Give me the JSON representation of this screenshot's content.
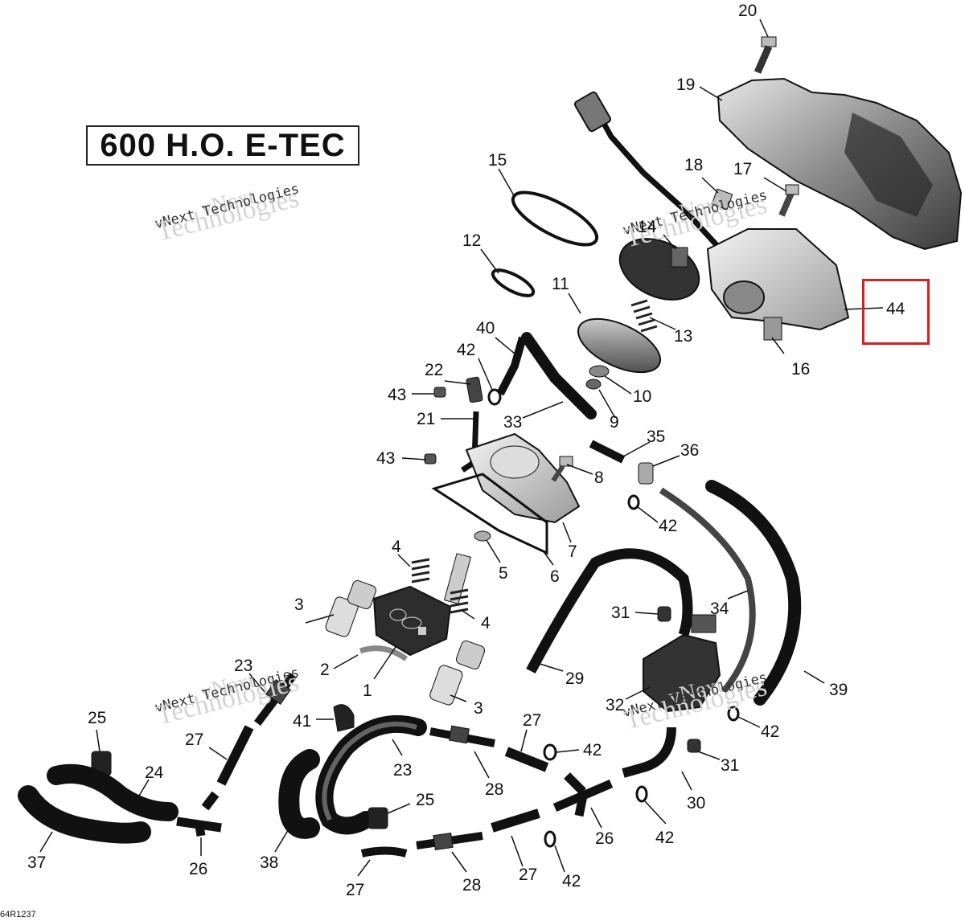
{
  "title": "600 H.O. E-TEC",
  "watermark": {
    "line1": "vNext",
    "line2": "vNext Technologies",
    "line3": "Technologies"
  },
  "figure_code": "64R1237",
  "highlight_color": "#d42020",
  "callouts": {
    "c1": "1",
    "c2": "2",
    "c3a": "3",
    "c3b": "3",
    "c4a": "4",
    "c4b": "4",
    "c5": "5",
    "c6": "6",
    "c7": "7",
    "c8": "8",
    "c9": "9",
    "c10": "10",
    "c11": "11",
    "c12": "12",
    "c13": "13",
    "c14": "14",
    "c15": "15",
    "c16": "16",
    "c17": "17",
    "c18": "18",
    "c19": "19",
    "c20": "20",
    "c21": "21",
    "c22": "22",
    "c23a": "23",
    "c23b": "23",
    "c24": "24",
    "c25a": "25",
    "c25b": "25",
    "c26a": "26",
    "c26b": "26",
    "c27a": "27",
    "c27b": "27",
    "c27c": "27",
    "c27d": "27",
    "c28a": "28",
    "c28b": "28",
    "c29": "29",
    "c30": "30",
    "c31a": "31",
    "c31b": "31",
    "c32": "32",
    "c33": "33",
    "c34": "34",
    "c35": "35",
    "c36": "36",
    "c37": "37",
    "c38": "38",
    "c39": "39",
    "c40": "40",
    "c41": "41",
    "c42a": "42",
    "c42b": "42",
    "c42c": "42",
    "c42d": "42",
    "c42e": "42",
    "c42f": "42",
    "c43a": "43",
    "c43b": "43",
    "c44": "44"
  }
}
